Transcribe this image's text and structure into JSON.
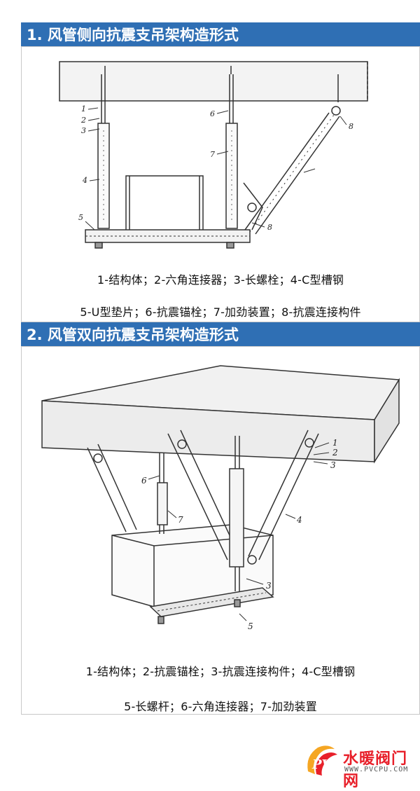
{
  "section1": {
    "title": "1. 风管侧向抗震支吊架构造形式",
    "legend": [
      "1-结构体；2-六角连接器；3-长螺栓；4-C型槽钢",
      "5-U型垫片；6-抗震锚栓；7-加劲装置；8-抗震连接构件"
    ],
    "labels": [
      "1",
      "2",
      "3",
      "4",
      "5",
      "6",
      "7",
      "8",
      "8"
    ]
  },
  "section2": {
    "title": "2. 风管双向抗震支吊架构造形式",
    "legend": [
      "1-结构体；2-抗震锚栓；3-抗震连接构件；4-C型槽钢",
      "5-长螺杆；6-六角连接器；7-加劲装置"
    ],
    "labels": [
      "1",
      "2",
      "3",
      "4",
      "5",
      "6",
      "7",
      "3"
    ]
  },
  "logo": {
    "name": "水暖阀门网",
    "url": "WWW.PVCPU.COM",
    "mark": "PV",
    "colors": {
      "red": "#e8202a",
      "orange": "#f5a623"
    }
  },
  "colors": {
    "header_bg": "#2f6fb4",
    "header_text": "#ffffff",
    "line": "#333333"
  }
}
